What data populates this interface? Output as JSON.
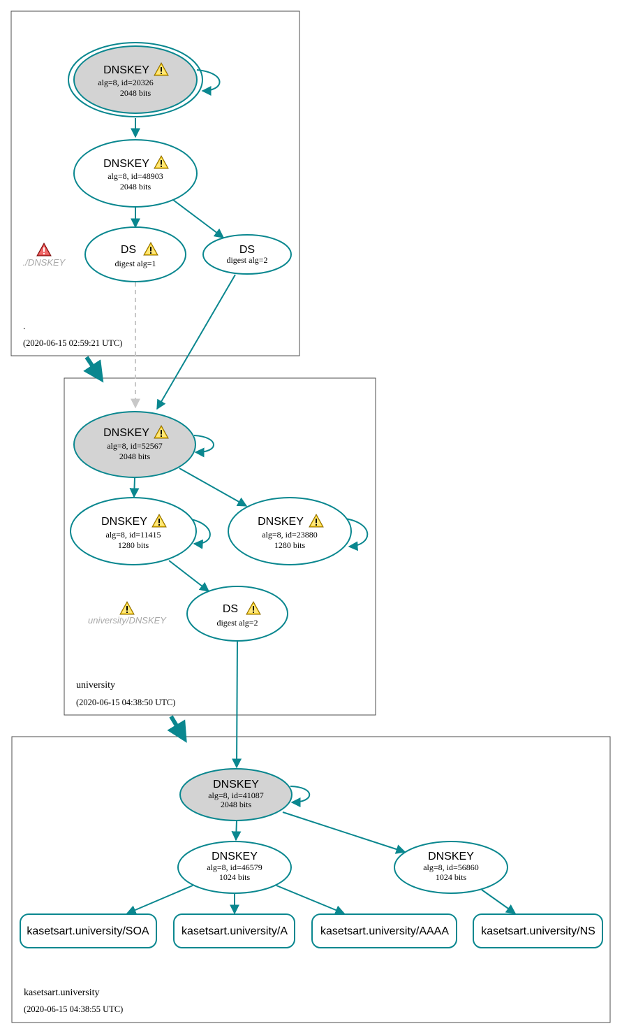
{
  "zones": {
    "root": {
      "name": ".",
      "timestamp": "(2020-06-15 02:59:21 UTC)"
    },
    "university": {
      "name": "university",
      "timestamp": "(2020-06-15 04:38:50 UTC)"
    },
    "kasetsart": {
      "name": "kasetsart.university",
      "timestamp": "(2020-06-15 04:38:55 UTC)"
    }
  },
  "nodes": {
    "root_ksk": {
      "title": "DNSKEY",
      "line1": "alg=8, id=20326",
      "line2": "2048 bits"
    },
    "root_zsk": {
      "title": "DNSKEY",
      "line1": "alg=8, id=48903",
      "line2": "2048 bits"
    },
    "root_ds1": {
      "title": "DS",
      "line1": "digest alg=1"
    },
    "root_ds2": {
      "title": "DS",
      "line1": "digest alg=2"
    },
    "uni_ksk": {
      "title": "DNSKEY",
      "line1": "alg=8, id=52567",
      "line2": "2048 bits"
    },
    "uni_zsk1": {
      "title": "DNSKEY",
      "line1": "alg=8, id=11415",
      "line2": "1280 bits"
    },
    "uni_zsk2": {
      "title": "DNSKEY",
      "line1": "alg=8, id=23880",
      "line2": "1280 bits"
    },
    "uni_ds": {
      "title": "DS",
      "line1": "digest alg=2"
    },
    "ks_ksk": {
      "title": "DNSKEY",
      "line1": "alg=8, id=41087",
      "line2": "2048 bits"
    },
    "ks_zsk1": {
      "title": "DNSKEY",
      "line1": "alg=8, id=46579",
      "line2": "1024 bits"
    },
    "ks_zsk2": {
      "title": "DNSKEY",
      "line1": "alg=8, id=56860",
      "line2": "1024 bits"
    }
  },
  "records": {
    "soa": "kasetsart.university/SOA",
    "a": "kasetsart.university/A",
    "aaaa": "kasetsart.university/AAAA",
    "ns": "kasetsart.university/NS"
  },
  "errors": {
    "root_dnskey": "./DNSKEY",
    "uni_dnskey": "university/DNSKEY"
  },
  "colors": {
    "edge": "#0a878f",
    "ksk_fill": "#d3d3d3",
    "warning": "#f2c200",
    "error": "#d32f2f",
    "dashed_edge": "#c8c8c8"
  }
}
